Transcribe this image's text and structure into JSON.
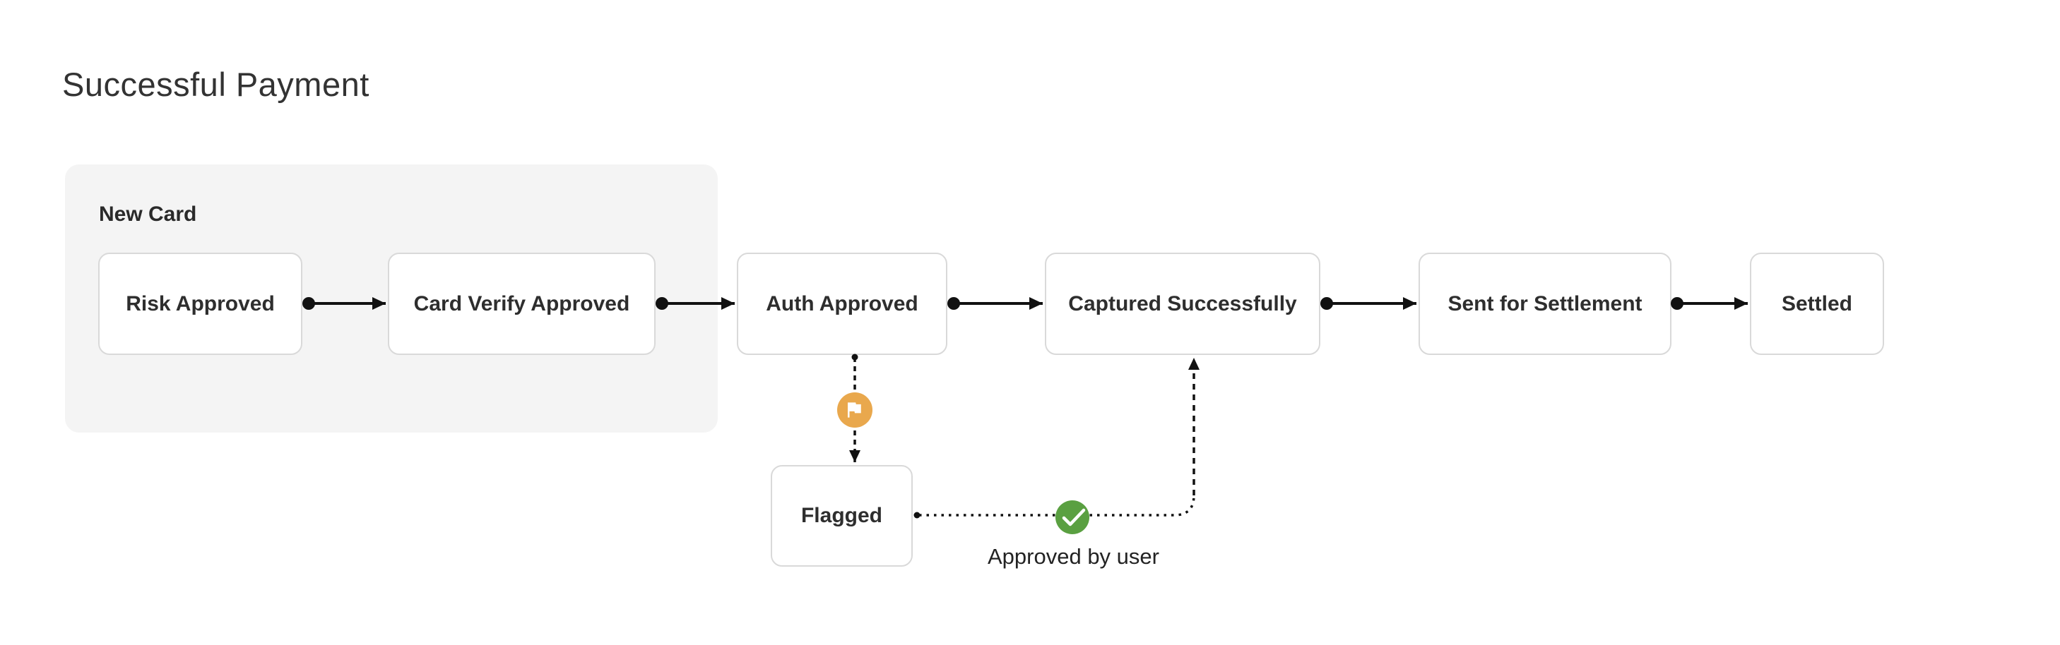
{
  "title": "Successful Payment",
  "group": {
    "label": "New Card"
  },
  "nodes": [
    {
      "label": "Risk Approved"
    },
    {
      "label": "Card Verify Approved"
    },
    {
      "label": "Auth Approved"
    },
    {
      "label": "Captured Successfully"
    },
    {
      "label": "Sent for Settlement"
    },
    {
      "label": "Settled"
    },
    {
      "label": "Flagged"
    }
  ],
  "annotations": {
    "approved_by_user": "Approved by user"
  },
  "icons": {
    "flag": "flag-icon",
    "check": "check-icon"
  },
  "colors": {
    "flag_badge": "#E9A84D",
    "check_badge": "#5AA041",
    "group_panel": "#F4F4F4",
    "node_border": "#D9D9D9",
    "connector": "#111111",
    "text": "#2E2E2E"
  }
}
